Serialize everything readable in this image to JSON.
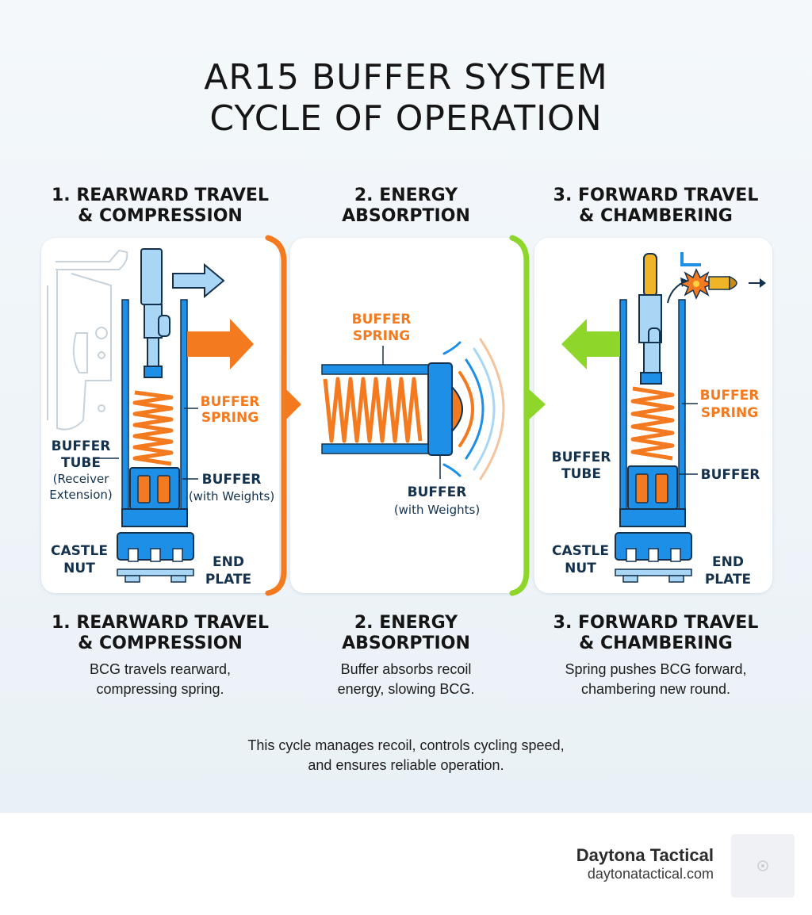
{
  "title": {
    "line1": "AR15 BUFFER SYSTEM",
    "line2": "CYCLE OF OPERATION"
  },
  "steps": [
    {
      "heading_line1": "1. REARWARD TRAVEL",
      "heading_line2": "& COMPRESSION",
      "desc_line1": "BCG travels rearward,",
      "desc_line2": "compressing spring."
    },
    {
      "heading_line1": "2. ENERGY",
      "heading_line2": "ABSORPTION",
      "desc_line1": "Buffer absorbs recoil",
      "desc_line2": "energy, slowing BCG."
    },
    {
      "heading_line1": "3. FORWARD TRAVEL",
      "heading_line2": "& CHAMBERING",
      "desc_line1": "Spring pushes BCG forward,",
      "desc_line2": "chambering new round."
    }
  ],
  "labels": {
    "panel1": {
      "buffer_spring_1": "BUFFER",
      "buffer_spring_2": "SPRING",
      "buffer_tube_1": "BUFFER",
      "buffer_tube_2": "TUBE",
      "receiver_ext_1": "(Receiver",
      "receiver_ext_2": "Extension)",
      "buffer": "BUFFER",
      "with_weights": "(with Weights)",
      "castle_nut_1": "CASTLE",
      "castle_nut_2": "NUT",
      "end_plate_1": "END",
      "end_plate_2": "PLATE"
    },
    "panel2": {
      "buffer_spring_1": "BUFFER",
      "buffer_spring_2": "SPRING",
      "buffer": "BUFFER",
      "with_weights": "(with Weights)"
    },
    "panel3": {
      "buffer_spring_1": "BUFFER",
      "buffer_spring_2": "SPRING",
      "buffer_tube_1": "BUFFER",
      "buffer_tube_2": "TUBE",
      "buffer": "BUFFER",
      "castle_nut_1": "CASTLE",
      "castle_nut_2": "NUT",
      "end_plate_1": "END",
      "end_plate_2": "PLATE"
    }
  },
  "footnote": {
    "line1": "This cycle manages recoil, controls cycling speed,",
    "line2": "and ensures reliable operation."
  },
  "footer": {
    "brand": "Daytona Tactical",
    "url": "daytonatactical.com"
  },
  "colors": {
    "navy": "#14324d",
    "blue": "#1e8fe6",
    "light_blue": "#a9d6f5",
    "orange": "#f47a1f",
    "green": "#8fd62a",
    "outline": "#c7d2db"
  }
}
